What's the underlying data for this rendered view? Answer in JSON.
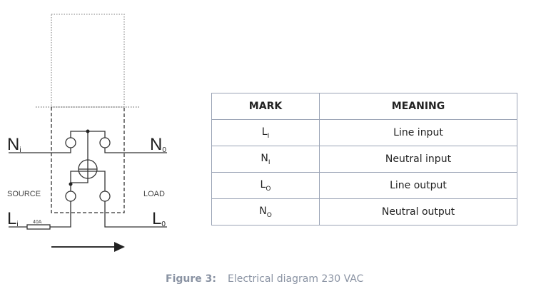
{
  "diagram": {
    "labels": {
      "ni": {
        "main": "N",
        "sub": "i"
      },
      "no": {
        "main": "N",
        "sub": "0"
      },
      "li": {
        "main": "L",
        "sub": "i"
      },
      "lo": {
        "main": "L",
        "sub": "0"
      },
      "source": "SOURCE",
      "load": "LOAD",
      "fuse": "40A"
    }
  },
  "table": {
    "headers": [
      "MARK",
      "MEANING"
    ],
    "rows": [
      {
        "mark": "L",
        "sub": "I",
        "meaning": "Line input"
      },
      {
        "mark": "N",
        "sub": "I",
        "meaning": "Neutral input"
      },
      {
        "mark": "L",
        "sub": "O",
        "meaning": "Line output"
      },
      {
        "mark": "N",
        "sub": "O",
        "meaning": "Neutral output"
      }
    ]
  },
  "caption": {
    "label": "Figure 3:",
    "text": "Electrical diagram 230 VAC"
  }
}
